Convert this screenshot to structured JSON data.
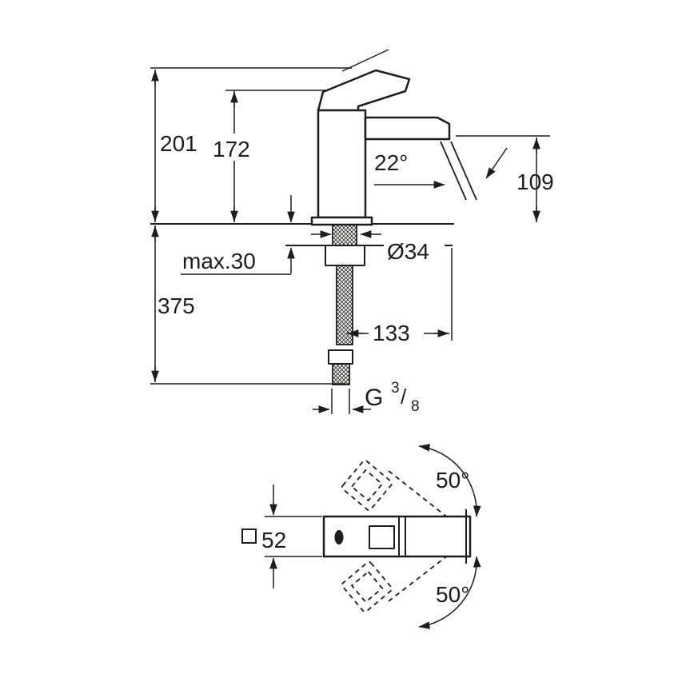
{
  "page": {
    "background": "#ffffff",
    "line_color": "#1d1d1b"
  },
  "side_view": {
    "total_height": "201",
    "body_height": "172",
    "spout_angle": "22°",
    "spout_height": "109",
    "max_deck": "max.30",
    "hole_diameter": "Ø34",
    "install_depth": "375",
    "spout_reach": "133",
    "thread": {
      "prefix": "G",
      "numerator": "3",
      "slash": "/",
      "denominator": "8"
    }
  },
  "top_view": {
    "body_width": "52",
    "swivel_up": "50°",
    "swivel_down": "50°"
  }
}
